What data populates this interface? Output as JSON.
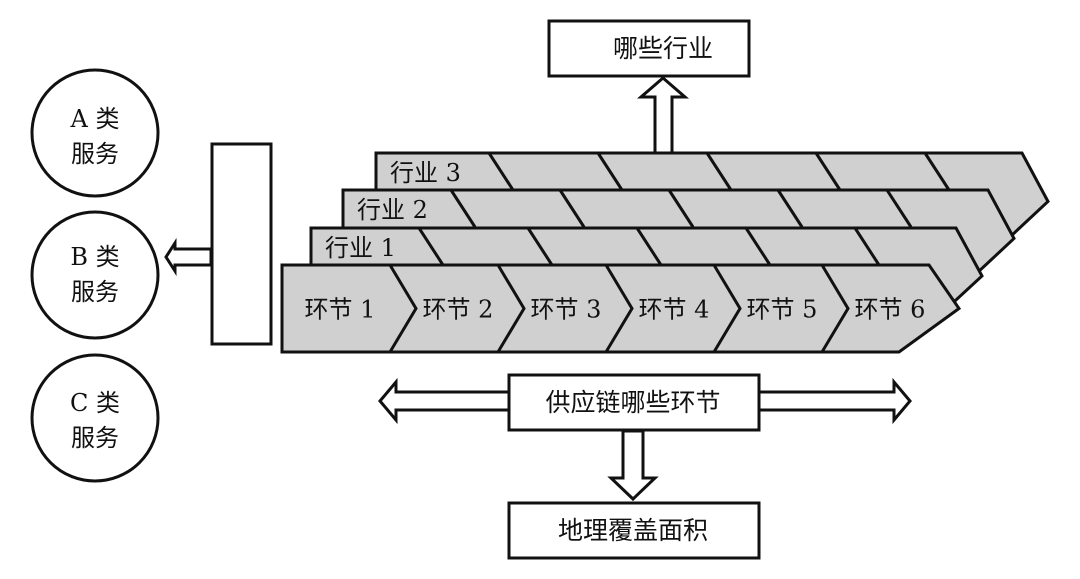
{
  "top_box": {
    "label": "哪些行业"
  },
  "services": [
    {
      "line1": "A 类",
      "line2": "服务"
    },
    {
      "line1": "B 类",
      "line2": "服务"
    },
    {
      "line1": "C 类",
      "line2": "服务"
    }
  ],
  "industries": [
    "行业 3",
    "行业 2",
    "行业 1"
  ],
  "stages": [
    "环节 1",
    "环节 2",
    "环节 3",
    "环节 4",
    "环节 5",
    "环节 6"
  ],
  "supply_chain_box": {
    "label": "供应链哪些环节"
  },
  "geo_box": {
    "label": "地理覆盖面积"
  },
  "colors": {
    "layer_fill": "#d0d0d0",
    "stroke": "#111111",
    "background": "#ffffff"
  }
}
